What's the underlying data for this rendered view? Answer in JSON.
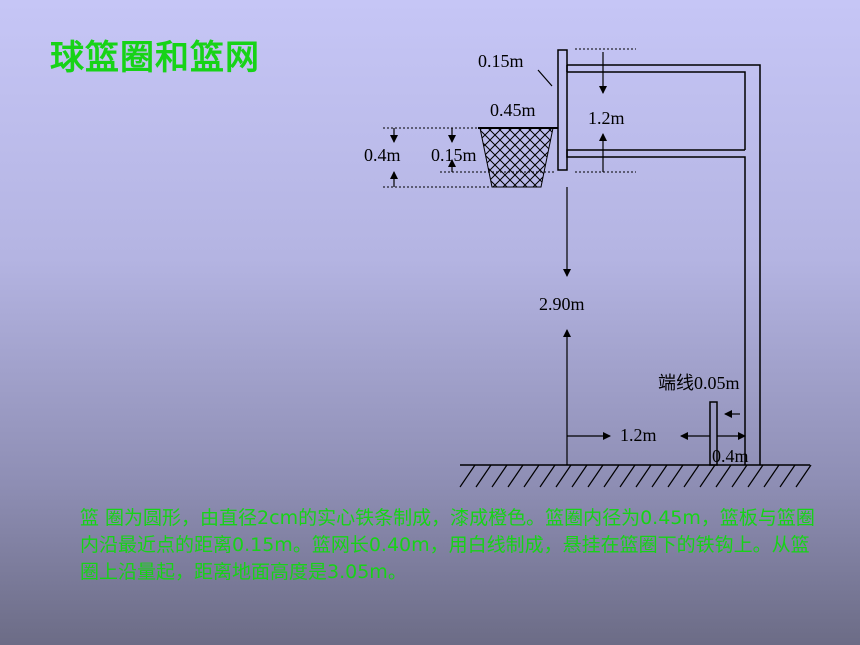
{
  "title": "球篮圈和篮网",
  "labels": {
    "board_thickness": "0.15m",
    "rim_diameter": "0.45m",
    "backboard_height": "1.2m",
    "net_length": "0.4m",
    "rim_offset": "0.15m",
    "rim_height": "2.90m",
    "endline_label": "端线0.05m",
    "pole_distance": "1.2m",
    "endline_gap": "0.4m"
  },
  "description": "篮 圈为圆形，由直径2cm的实心铁条制成，漆成橙色。篮圈内径为0.45m，篮板与篮圈内沿最近点的距离0.15m。篮网长0.40m，用白线制成，悬挂在篮圈下的铁钩上。从篮圈上沿量起，距离地面高度是3.05m。",
  "colors": {
    "title": "#17d317",
    "description": "#17d317",
    "lines": "#000000"
  }
}
